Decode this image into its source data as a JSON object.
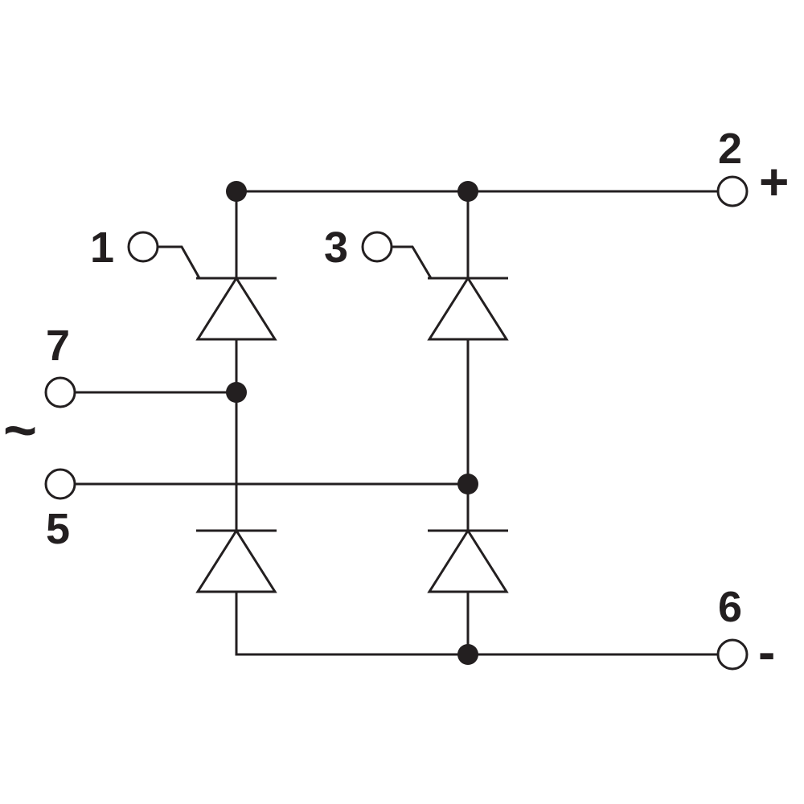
{
  "terminals": {
    "gate_1": "1",
    "gate_3": "3",
    "positive": "2",
    "negative": "6",
    "ac_7": "7",
    "ac_5": "5"
  },
  "symbols": {
    "positive": "+",
    "negative": "-",
    "ac": "~"
  },
  "colors": {
    "line": "#231f20",
    "background": "#ffffff"
  }
}
